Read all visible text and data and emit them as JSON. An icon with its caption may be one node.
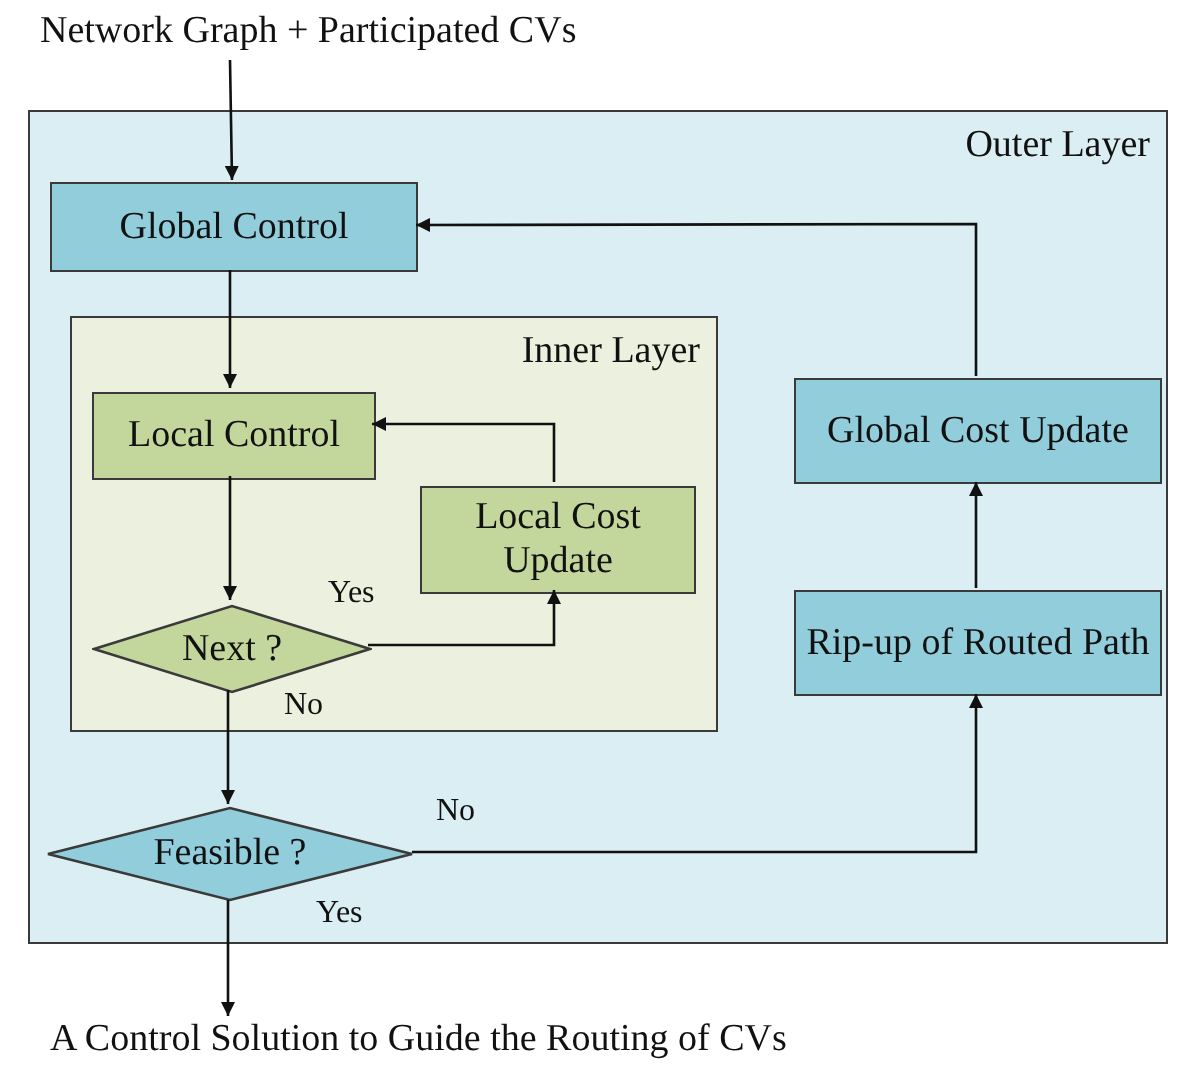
{
  "diagram": {
    "nodes": [
      {
        "text": [
          "Network Graph + Participated CVs"
        ]
      },
      {
        "text": [
          "Outer Layer"
        ]
      },
      {
        "text": [
          "Global Control"
        ],
        "in": 1
      },
      {
        "text": [
          "Inner Layer"
        ],
        "in": 1
      },
      {
        "text": [
          "Local Control"
        ],
        "in": 3
      },
      {
        "text": [
          "Local Cost Update"
        ],
        "in": 3
      },
      {
        "text": [
          "Next ?"
        ],
        "in": 3
      },
      {
        "text": [
          "Global Cost Update"
        ],
        "in": 1
      },
      {
        "text": [
          "Rip-up of Routed Path"
        ],
        "in": 1
      },
      {
        "text": [
          "Feasible ?"
        ],
        "in": 1
      },
      {
        "text": [
          "A Control Solution to Guide the Routing of CVs"
        ]
      }
    ],
    "edges": [
      {
        "from": 0,
        "to": 2,
        "arrow": "to"
      },
      {
        "from": 2,
        "to": 4,
        "arrow": "to"
      },
      {
        "from": 4,
        "to": 6,
        "arrow": "to"
      },
      {
        "from": 6,
        "to": 5,
        "arrow": "to",
        "label": "Yes"
      },
      {
        "from": 5,
        "to": 4,
        "arrow": "to"
      },
      {
        "from": 6,
        "to": 9,
        "arrow": "to",
        "label": "No"
      },
      {
        "from": 9,
        "to": 8,
        "arrow": "to",
        "label": "No"
      },
      {
        "from": 8,
        "to": 7,
        "arrow": "to"
      },
      {
        "from": 7,
        "to": 2,
        "arrow": "to"
      },
      {
        "from": 9,
        "to": 10,
        "arrow": "to",
        "label": "Yes"
      }
    ]
  }
}
